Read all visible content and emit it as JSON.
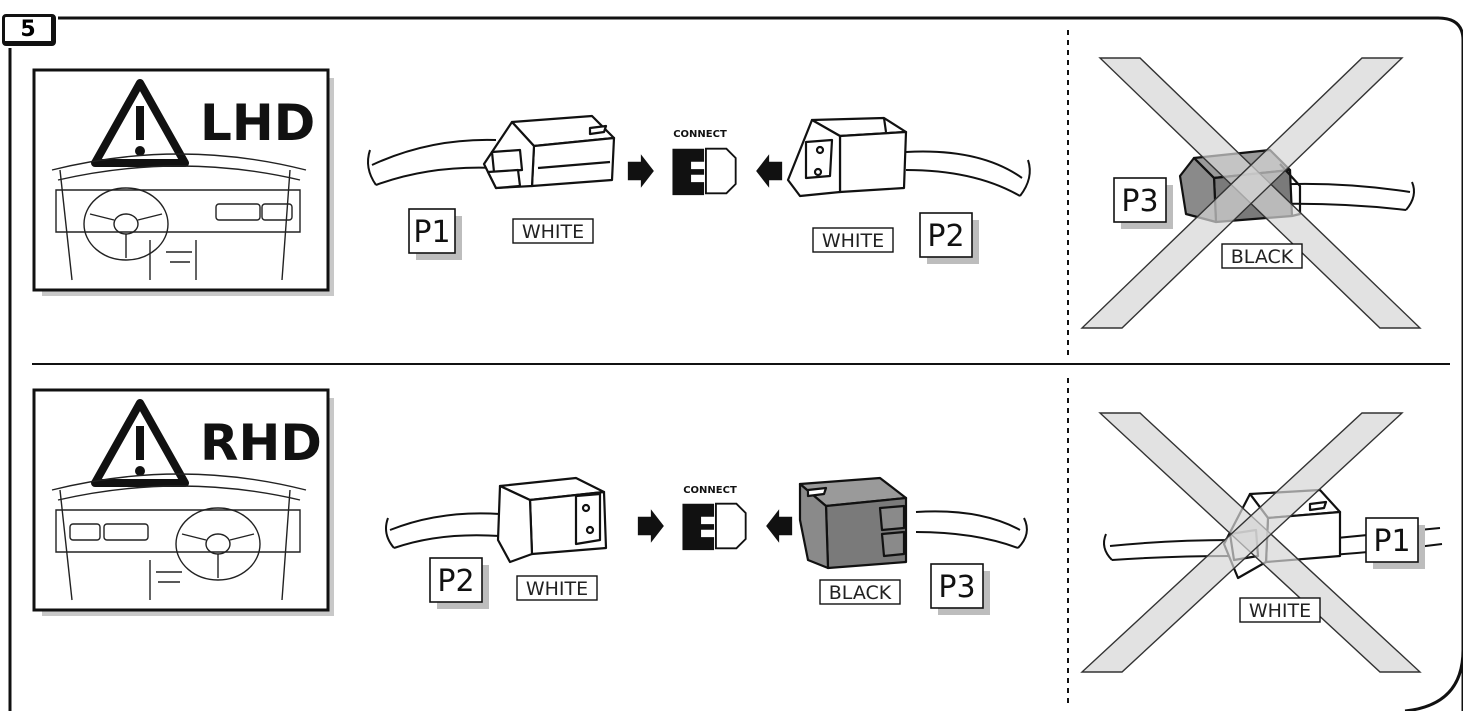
{
  "step": {
    "number": "5"
  },
  "rows": [
    {
      "id": "lhd",
      "badge": "LHD",
      "connect_label": "CONNECT",
      "left_plug": {
        "tag": "P1",
        "color_label": "WHITE",
        "color": "white"
      },
      "right_plug": {
        "tag": "P2",
        "color_label": "WHITE",
        "color": "white"
      },
      "wrong": {
        "tag": "P3",
        "color_label": "BLACK",
        "color": "black"
      }
    },
    {
      "id": "rhd",
      "badge": "RHD",
      "connect_label": "CONNECT",
      "left_plug": {
        "tag": "P2",
        "color_label": "WHITE",
        "color": "white"
      },
      "right_plug": {
        "tag": "P3",
        "color_label": "BLACK",
        "color": "black"
      },
      "wrong": {
        "tag": "P1",
        "color_label": "WHITE",
        "color": "white"
      }
    }
  ],
  "colors": {
    "line": "#111111",
    "black_plug": "#7a7a7a",
    "cross": "#d6d6d6",
    "tag_shadow": "#bdbdbd"
  }
}
